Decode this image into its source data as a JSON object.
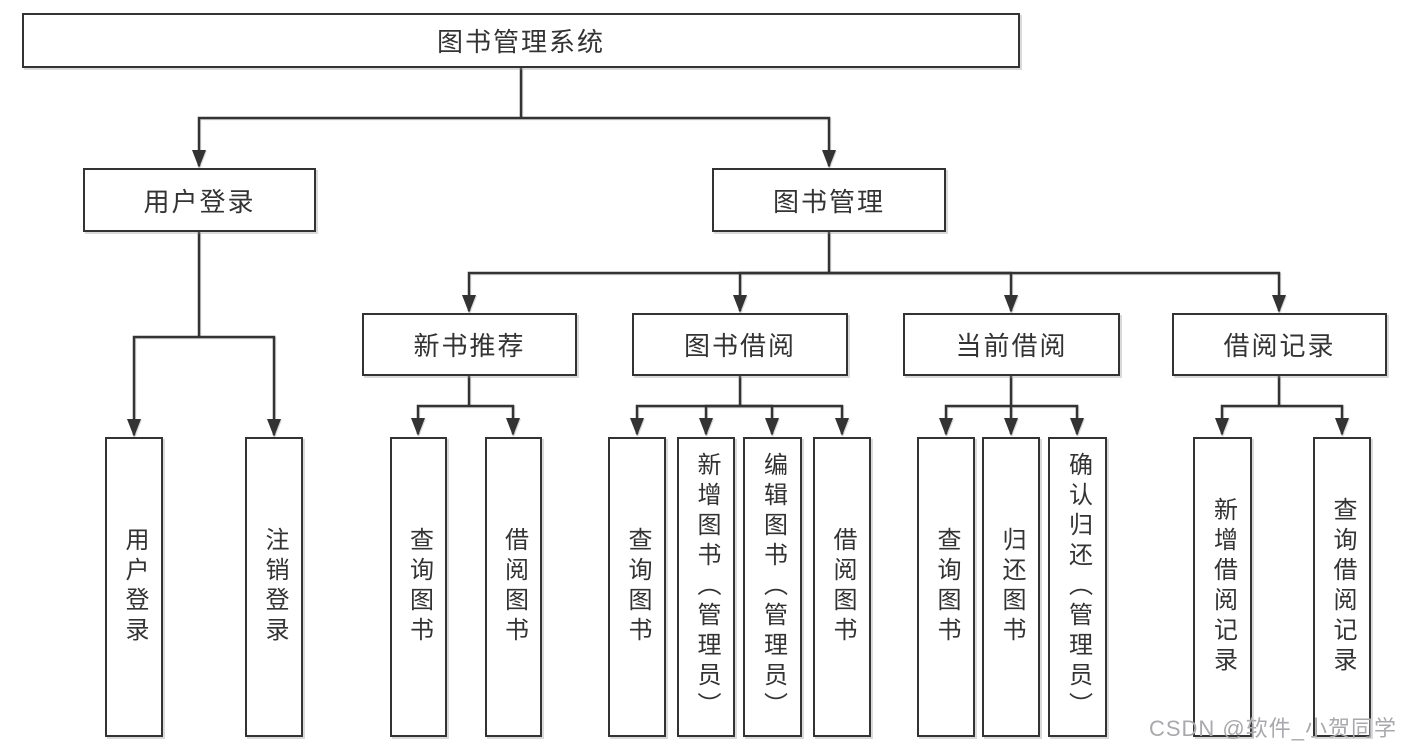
{
  "diagram": {
    "root": "图书管理系统",
    "userLogin": {
      "label": "用户登录",
      "children": [
        "用户登录",
        "注销登录"
      ]
    },
    "bookMgmt": {
      "label": "图书管理",
      "sections": [
        {
          "label": "新书推荐",
          "children": [
            "查询图书",
            "借阅图书"
          ]
        },
        {
          "label": "图书借阅",
          "children": [
            "查询图书",
            "新增图书（管理员）",
            "编辑图书（管理员）",
            "借阅图书"
          ]
        },
        {
          "label": "当前借阅",
          "children": [
            "查询图书",
            "归还图书",
            "确认归还（管理员）"
          ]
        },
        {
          "label": "借阅记录",
          "children": [
            "新增借阅记录",
            "查询借阅记录"
          ]
        }
      ]
    }
  },
  "watermark": "CSDN @软件_小贺同学",
  "colors": {
    "line": "#333333",
    "text": "#333333",
    "watermark_text": "#a9a9ad",
    "background": "#ffffff"
  }
}
